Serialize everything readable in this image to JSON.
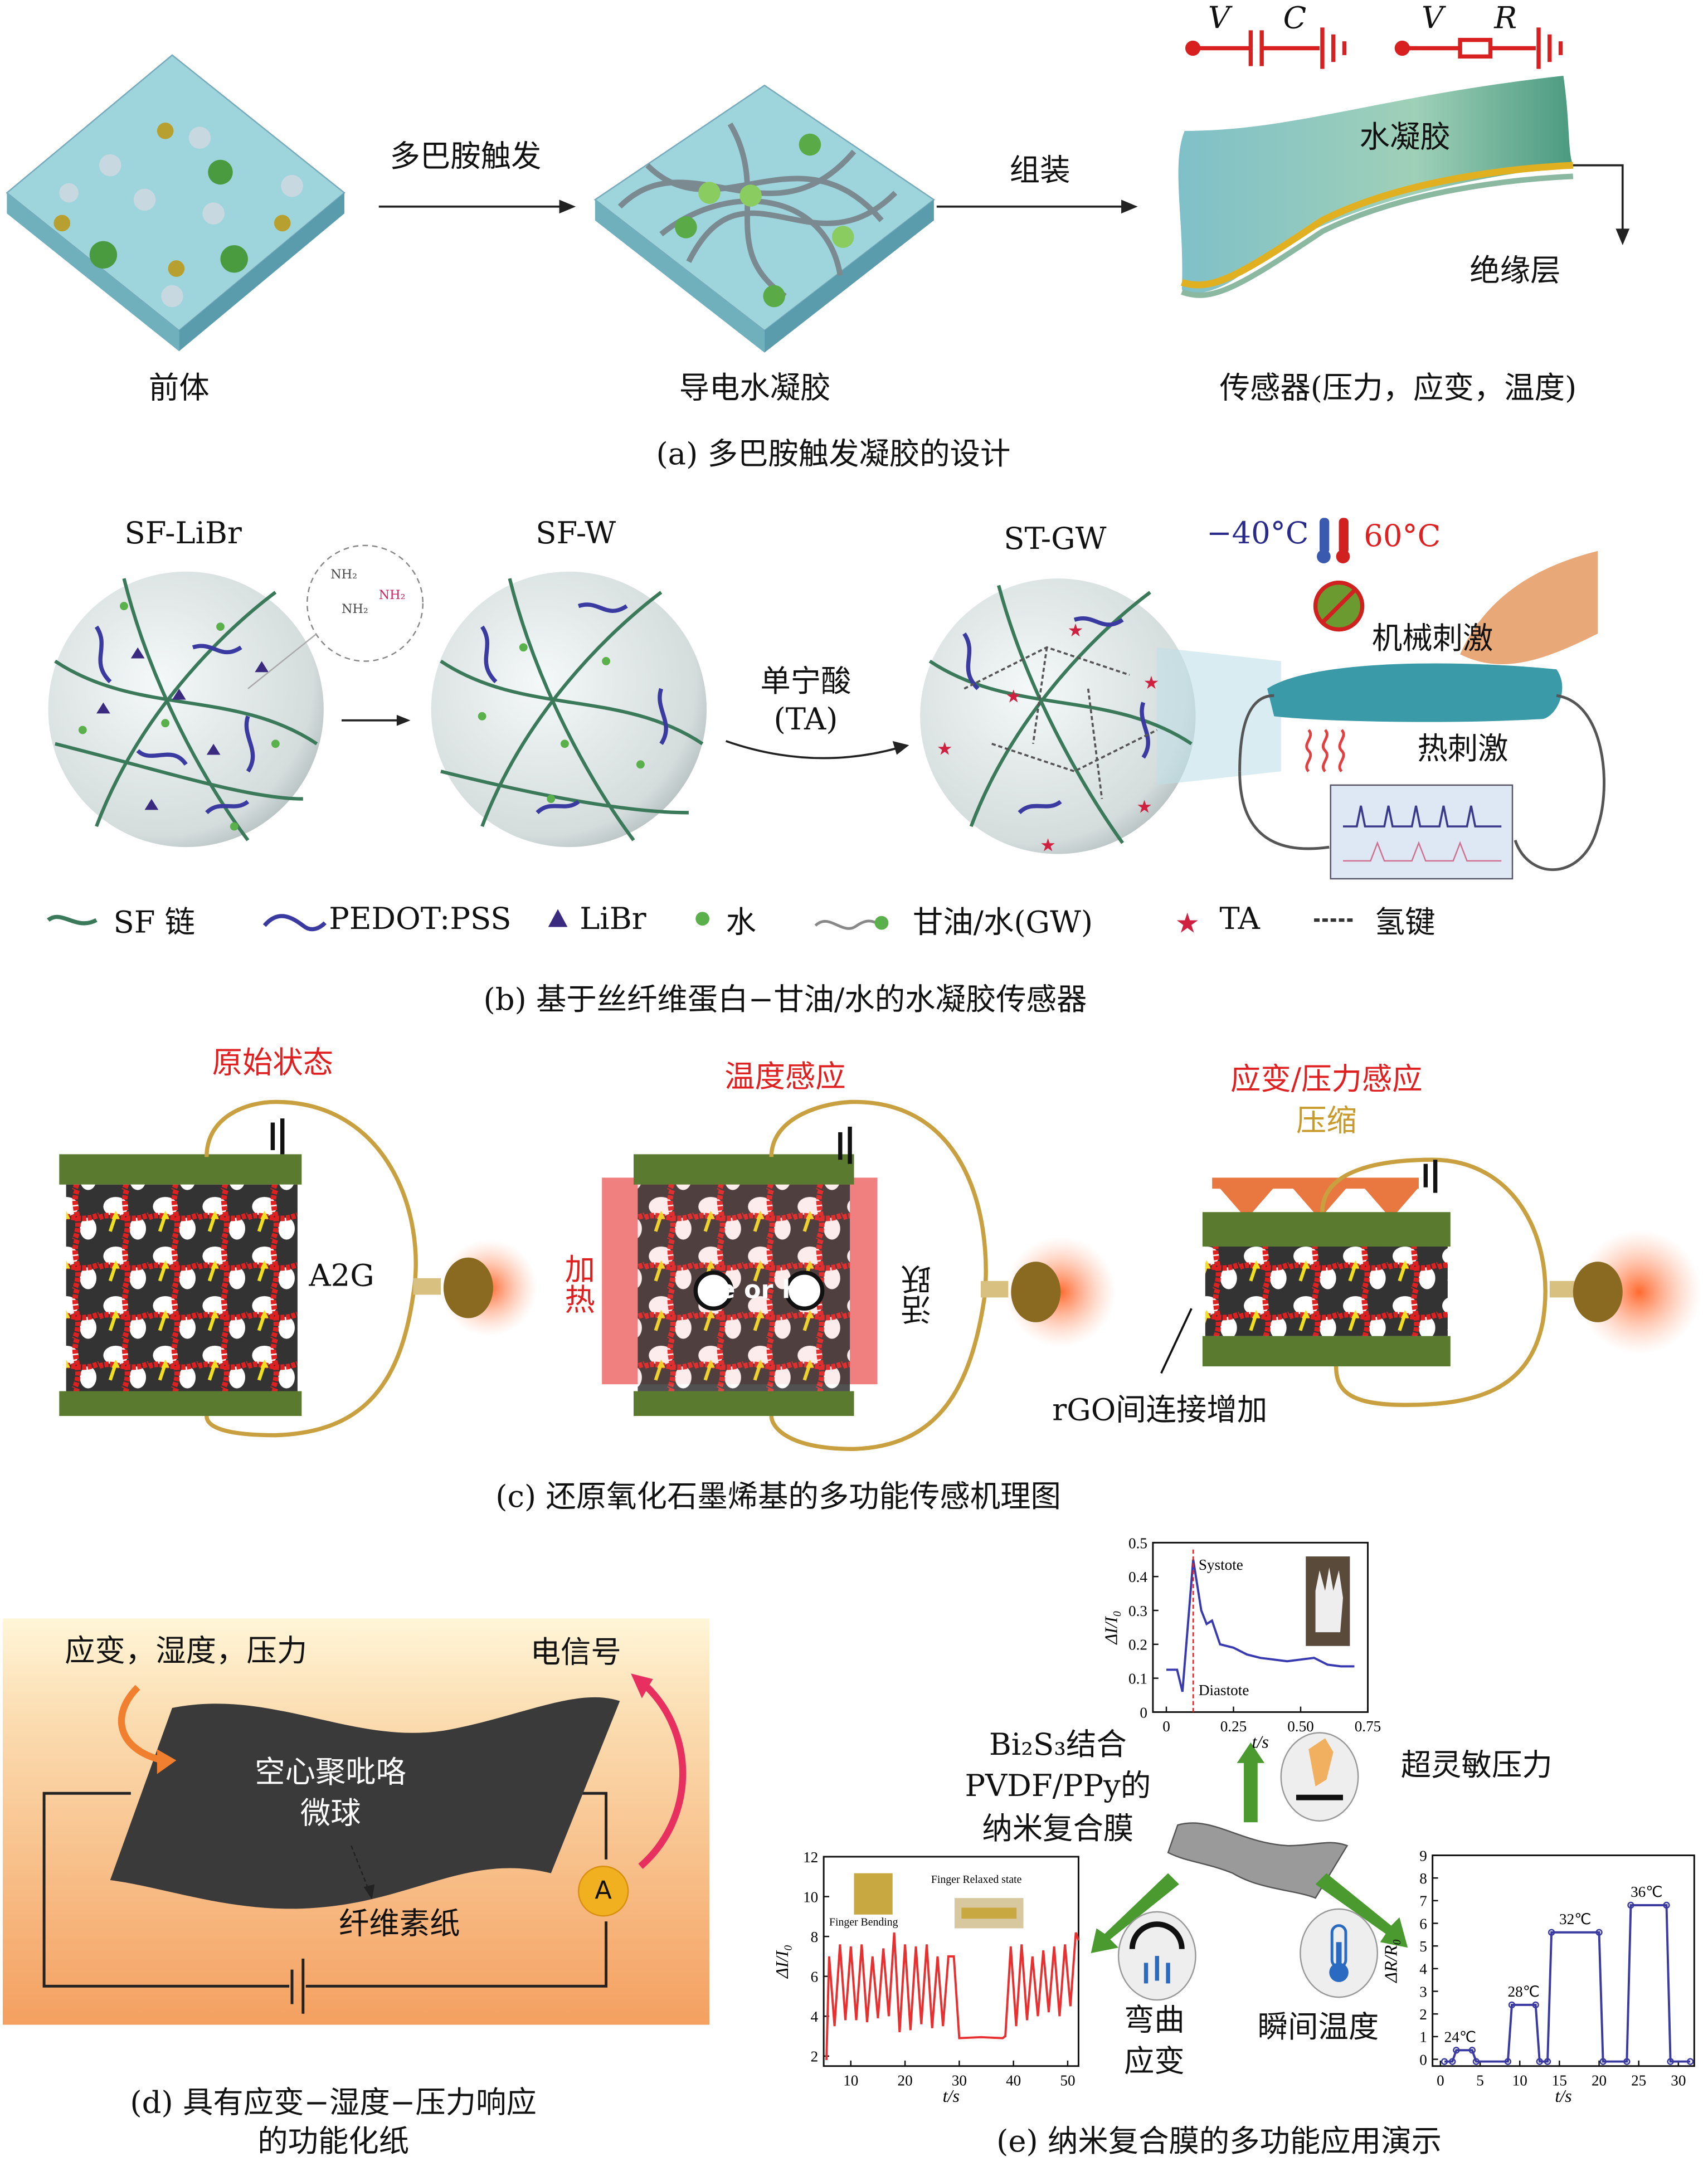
{
  "panel_a": {
    "precursor": "前体",
    "trigger": "多巴胺触发",
    "conductive_gel": "导电水凝胶",
    "assemble": "组装",
    "hydrogel": "水凝胶",
    "insulating": "绝缘层",
    "sensor": "传感器(压力，应变，温度)",
    "circuit_v1": "V",
    "circuit_c": "C",
    "circuit_v2": "V",
    "circuit_r": "R",
    "caption": "(a) 多巴胺触发凝胶的设计"
  },
  "panel_b": {
    "sf_libr": "SF-LiBr",
    "sf_w": "SF-W",
    "st_gw": "ST-GW",
    "temp_low": "−40°C",
    "temp_high": "60°C",
    "ta_line1": "单宁酸",
    "ta_line2": "(TA)",
    "mech": "机械刺激",
    "thermal": "热刺激",
    "legend": [
      "SF 链",
      "PEDOT:PSS",
      "LiBr",
      "水",
      "甘油/水(GW)",
      "TA",
      "氢键"
    ],
    "caption": "(b) 基于丝纤维蛋白−甘油/水的水凝胶传感器",
    "colors": {
      "sf": "#3a7a5a",
      "pedot": "#3a3aa0",
      "libr": "#3a2a80",
      "water": "#5ab04a",
      "ta": "#d02040"
    }
  },
  "panel_c": {
    "original": "原始状态",
    "temp_sense": "温度感应",
    "strain_sense": "应变/压力感应",
    "compress": "压缩",
    "a2g": "A2G",
    "heating": "加热",
    "active": "活跃",
    "e_or_h": "e or h",
    "rgo": "rGO间连接增加",
    "caption": "(c) 还原氧化石墨烯基的多功能传感机理图"
  },
  "panel_d": {
    "inputs": "应变，湿度，压力",
    "signal": "电信号",
    "microsphere_1": "空心聚吡咯",
    "microsphere_2": "微球",
    "paper": "纤维素纸",
    "ammeter": "A",
    "caption_1": "(d) 具有应变−湿度−压力响应",
    "caption_2": "的功能化纸"
  },
  "panel_e": {
    "film_1": "Bi₂S₃结合",
    "film_2": "PVDF/PPy的",
    "film_3": "纳米复合膜",
    "pressure": "超灵敏压力",
    "bend_1": "弯曲",
    "bend_2": "应变",
    "temp": "瞬间温度",
    "caption": "(e) 纳米复合膜的多功能应用演示"
  },
  "chart_data": [
    {
      "type": "line",
      "title": "pulse",
      "xlabel": "t/s",
      "ylabel": "ΔI/I₀",
      "xlim": [
        -0.05,
        0.75
      ],
      "ylim": [
        0,
        0.5
      ],
      "xticks": [
        "0",
        "0.25",
        "0.50",
        "0.75"
      ],
      "xtick_values": [
        0,
        0.25,
        0.5,
        0.75
      ],
      "yticks": [
        "0",
        "0.1",
        "0.2",
        "0.3",
        "0.4",
        "0.5"
      ],
      "ytick_values": [
        0,
        0.1,
        0.2,
        0.3,
        0.4,
        0.5
      ],
      "annotations": [
        "Systote",
        "Diastote"
      ],
      "color": "#3a3ab0",
      "x": [
        0,
        0.04,
        0.06,
        0.1,
        0.13,
        0.15,
        0.17,
        0.2,
        0.25,
        0.3,
        0.35,
        0.4,
        0.45,
        0.5,
        0.55,
        0.6,
        0.65,
        0.7
      ],
      "y": [
        0.125,
        0.125,
        0.06,
        0.45,
        0.3,
        0.26,
        0.27,
        0.2,
        0.19,
        0.17,
        0.16,
        0.155,
        0.15,
        0.155,
        0.16,
        0.14,
        0.135,
        0.135
      ]
    },
    {
      "type": "line",
      "title": "bending",
      "xlabel": "t/s",
      "ylabel": "ΔI/I₀",
      "xlim": [
        5,
        52
      ],
      "ylim": [
        1.5,
        12
      ],
      "xticks": [
        "10",
        "20",
        "30",
        "40",
        "50"
      ],
      "xtick_values": [
        10,
        20,
        30,
        40,
        50
      ],
      "yticks": [
        "2",
        "4",
        "6",
        "8",
        "10",
        "12"
      ],
      "ytick_values": [
        2,
        4,
        6,
        8,
        10,
        12
      ],
      "annotations": [
        "Finger Bending",
        "Finger Relaxed state"
      ],
      "color": "#e83030",
      "x": [
        5.5,
        6,
        7,
        8,
        9,
        10,
        11,
        12,
        13,
        14,
        15,
        16,
        17,
        18,
        19,
        20,
        21,
        22,
        23,
        24,
        25,
        26,
        27,
        28,
        29,
        30,
        34,
        38,
        38.5,
        39.5,
        40.5,
        41.5,
        42.5,
        43.5,
        44.5,
        45.5,
        46.5,
        47.5,
        48.5,
        49.5,
        50.5,
        51.5,
        52
      ],
      "y": [
        1.8,
        7,
        3.5,
        7.6,
        3.8,
        7.5,
        3.8,
        7.6,
        3.7,
        7,
        3.9,
        7.4,
        4,
        8.2,
        3.2,
        7.6,
        3.3,
        7.5,
        3.6,
        7.6,
        3.4,
        7,
        3.5,
        7,
        7,
        2.9,
        2.95,
        2.9,
        3,
        7.5,
        3.5,
        7.6,
        3.8,
        7,
        4,
        7.3,
        4.2,
        7.5,
        4,
        7.6,
        4.5,
        8.2,
        7.8
      ]
    },
    {
      "type": "line",
      "title": "temperature",
      "xlabel": "t/s",
      "ylabel": "ΔR/R₀",
      "xlim": [
        -1,
        32
      ],
      "ylim": [
        -0.3,
        9
      ],
      "xticks": [
        "0",
        "5",
        "10",
        "15",
        "20",
        "25",
        "30"
      ],
      "xtick_values": [
        0,
        5,
        10,
        15,
        20,
        25,
        30
      ],
      "yticks": [
        "0",
        "1",
        "2",
        "3",
        "4",
        "5",
        "6",
        "7",
        "8",
        "9"
      ],
      "ytick_values": [
        0,
        1,
        2,
        3,
        4,
        5,
        6,
        7,
        8,
        9
      ],
      "annotations": [
        "24℃",
        "28℃",
        "32℃",
        "36℃"
      ],
      "annotation_values": [
        0.4,
        2.4,
        5.6,
        6.8
      ],
      "color": "#3a3aa0",
      "x": [
        0.5,
        1.5,
        2,
        4,
        4.5,
        8.5,
        9,
        12,
        12.5,
        13.5,
        14,
        20,
        20.5,
        23.5,
        24,
        28.5,
        29,
        31.5
      ],
      "y": [
        -0.1,
        -0.1,
        0.4,
        0.4,
        -0.1,
        -0.1,
        2.4,
        2.4,
        -0.1,
        -0.1,
        5.6,
        5.6,
        -0.1,
        -0.1,
        6.8,
        6.8,
        -0.1,
        -0.1
      ]
    }
  ]
}
